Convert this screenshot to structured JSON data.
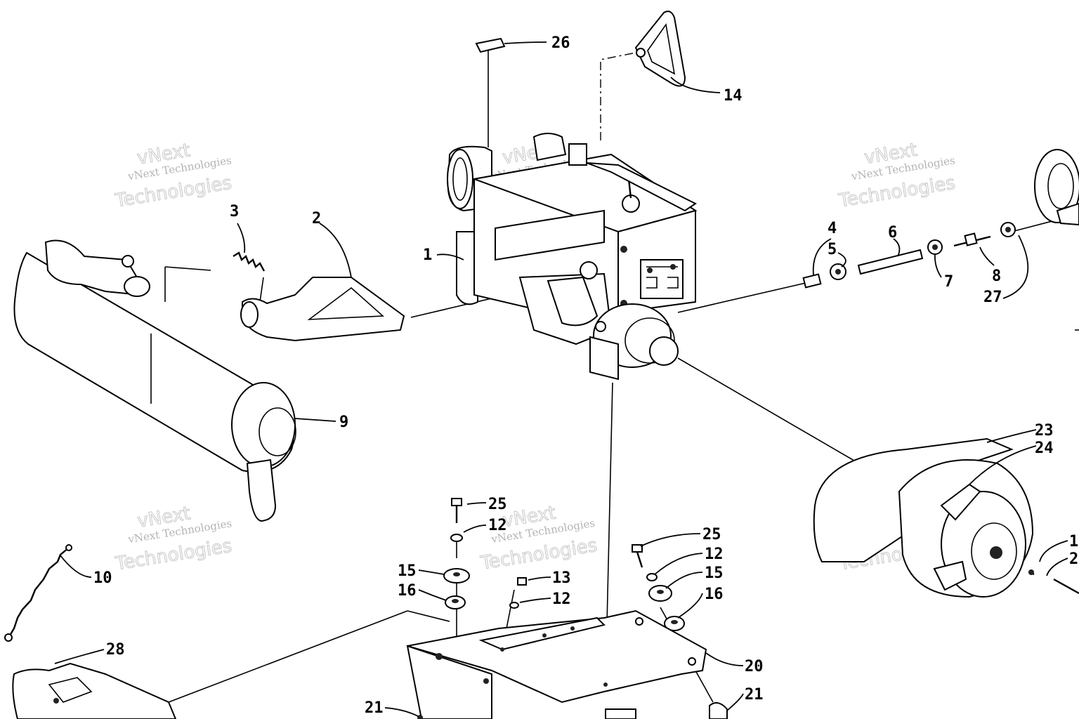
{
  "diagram": {
    "labels": [
      {
        "id": "p26",
        "text": "26"
      },
      {
        "id": "p14",
        "text": "14"
      },
      {
        "id": "p3",
        "text": "3"
      },
      {
        "id": "p2",
        "text": "2"
      },
      {
        "id": "p1",
        "text": "1"
      },
      {
        "id": "p4",
        "text": "4"
      },
      {
        "id": "p5",
        "text": "5"
      },
      {
        "id": "p6",
        "text": "6"
      },
      {
        "id": "p7",
        "text": "7"
      },
      {
        "id": "p8",
        "text": "8"
      },
      {
        "id": "p27",
        "text": "27"
      },
      {
        "id": "p9",
        "text": "9"
      },
      {
        "id": "p23",
        "text": "23"
      },
      {
        "id": "p24",
        "text": "24"
      },
      {
        "id": "p25a",
        "text": "25"
      },
      {
        "id": "p12a",
        "text": "12"
      },
      {
        "id": "p15a",
        "text": "15"
      },
      {
        "id": "p16a",
        "text": "16"
      },
      {
        "id": "p13",
        "text": "13"
      },
      {
        "id": "p12b",
        "text": "12"
      },
      {
        "id": "p25b",
        "text": "25"
      },
      {
        "id": "p12c",
        "text": "12"
      },
      {
        "id": "p15b",
        "text": "15"
      },
      {
        "id": "p16b",
        "text": "16"
      },
      {
        "id": "p20",
        "text": "20"
      },
      {
        "id": "p21a",
        "text": "21"
      },
      {
        "id": "p21b",
        "text": "21"
      },
      {
        "id": "p10",
        "text": "10"
      },
      {
        "id": "p28",
        "text": "28"
      },
      {
        "id": "p1x",
        "text": "1"
      },
      {
        "id": "p2x",
        "text": "2"
      }
    ],
    "watermark": {
      "line1": "vNext",
      "line2": "vNext Technologies",
      "line3": "Technologies"
    }
  }
}
